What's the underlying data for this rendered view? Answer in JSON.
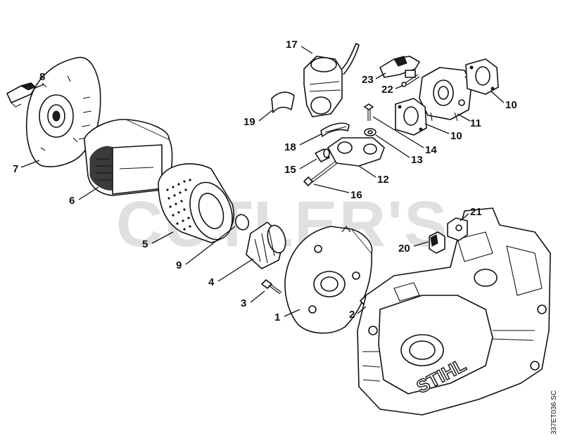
{
  "watermark": "CUTLER'S",
  "drawing_code": "337ET036 SC",
  "brand_logo": "STIHL",
  "callouts": [
    {
      "id": "1",
      "label": "1"
    },
    {
      "id": "2",
      "label": "2"
    },
    {
      "id": "3",
      "label": "3"
    },
    {
      "id": "4",
      "label": "4"
    },
    {
      "id": "5",
      "label": "5"
    },
    {
      "id": "6",
      "label": "6"
    },
    {
      "id": "7",
      "label": "7"
    },
    {
      "id": "8",
      "label": "8"
    },
    {
      "id": "9",
      "label": "9"
    },
    {
      "id": "10a",
      "label": "10"
    },
    {
      "id": "10b",
      "label": "10"
    },
    {
      "id": "11",
      "label": "11"
    },
    {
      "id": "12",
      "label": "12"
    },
    {
      "id": "13",
      "label": "13"
    },
    {
      "id": "14",
      "label": "14"
    },
    {
      "id": "15",
      "label": "15"
    },
    {
      "id": "16",
      "label": "16"
    },
    {
      "id": "17",
      "label": "17"
    },
    {
      "id": "18",
      "label": "18"
    },
    {
      "id": "19",
      "label": "19"
    },
    {
      "id": "20",
      "label": "20"
    },
    {
      "id": "21",
      "label": "21"
    },
    {
      "id": "22",
      "label": "22"
    },
    {
      "id": "23",
      "label": "23"
    }
  ]
}
